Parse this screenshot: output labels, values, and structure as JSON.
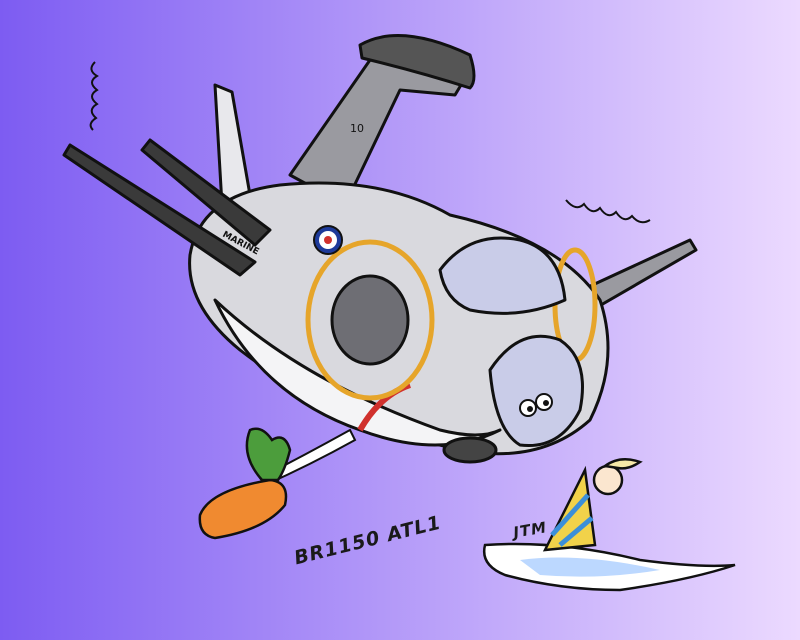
{
  "illustration": {
    "caption": "BR1150 ATL1",
    "signature": "JTM",
    "fuselage_marking": "MARINE",
    "tail_number": "10"
  },
  "colors": {
    "background_left": "#7d5cf2",
    "background_right": "#ecdaff",
    "aircraft_grey": "#9a9aa0",
    "aircraft_light": "#d9d9de",
    "canopy": "#c9cce8",
    "propeller_ring": "#e6a52a",
    "stripe_red": "#d0312d",
    "roundel_blue": "#1d3a9a",
    "sail_yellow": "#f1d24a",
    "sail_blue": "#3b8fd9",
    "carrot_orange": "#f08a30",
    "leaf_green": "#4c9d3c"
  }
}
